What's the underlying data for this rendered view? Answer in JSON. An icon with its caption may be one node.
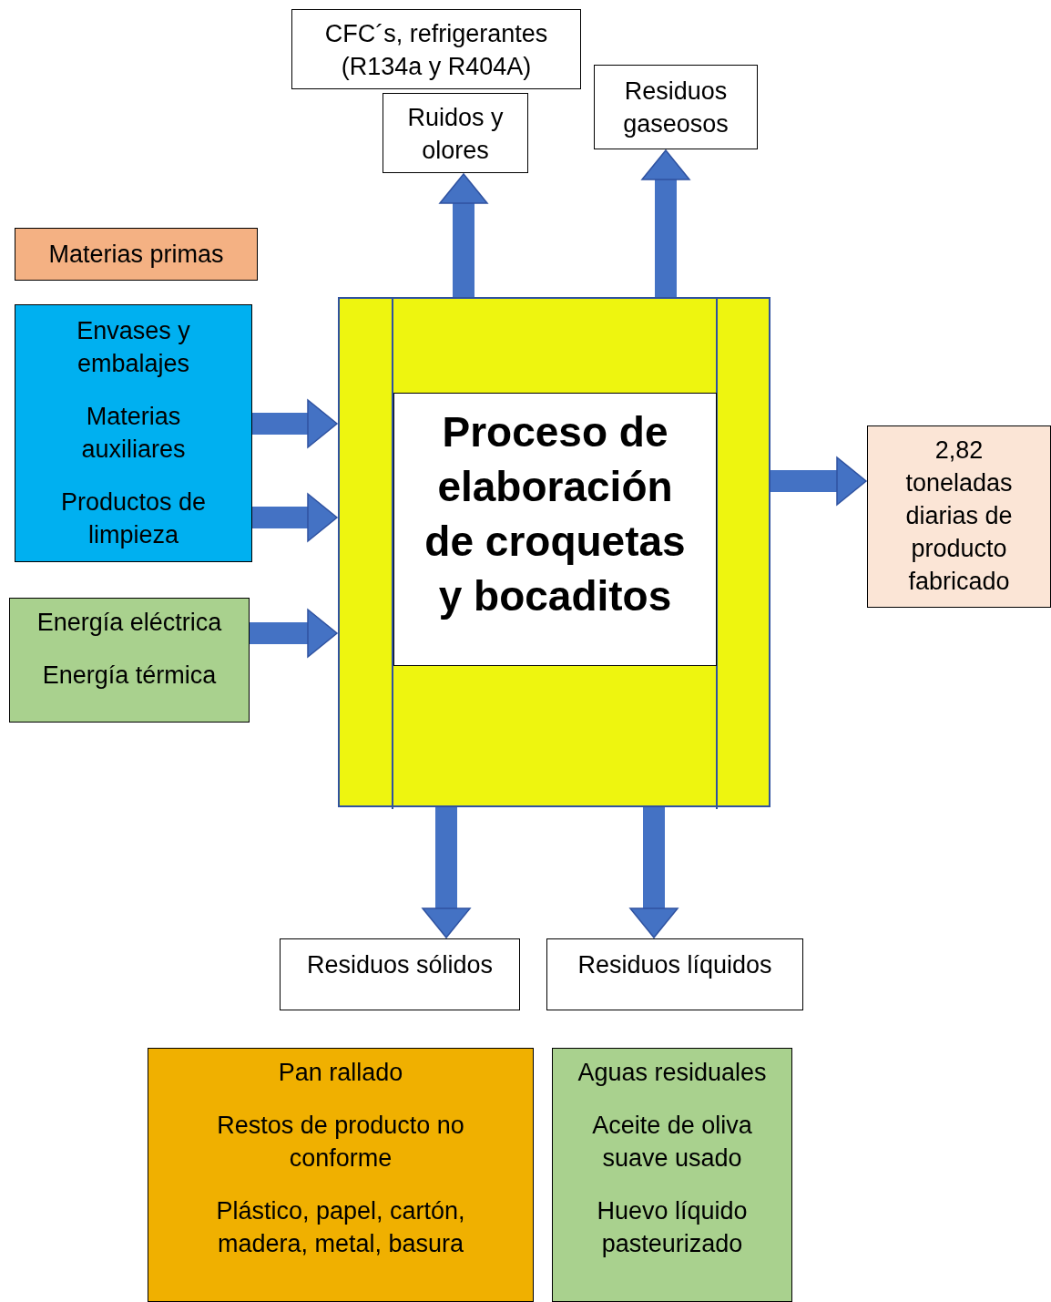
{
  "diagram": {
    "nodes": [
      {
        "text": [
          "CFC´s, refrigerantes (R134a y R404A)"
        ]
      },
      {
        "text": [
          "Ruidos y olores"
        ]
      },
      {
        "text": [
          "Residuos gaseosos"
        ]
      },
      {
        "text": [
          "Materias primas"
        ]
      },
      {
        "text": [
          "Envases y embalajes",
          "Materias auxiliares",
          "Productos de limpieza"
        ]
      },
      {
        "text": [
          "Energía eléctrica",
          "Energía térmica"
        ]
      },
      {
        "text": [],
        "shape": "box"
      },
      {
        "text": [
          "Proceso de elaboración de croquetas y bocaditos"
        ],
        "in": 6
      },
      {
        "text": [
          "2,82 toneladas diarias de producto fabricado"
        ]
      },
      {
        "text": [
          "Residuos sólidos"
        ]
      },
      {
        "text": [
          "Residuos líquidos"
        ]
      },
      {
        "text": [
          "Pan rallado",
          "Restos de producto no conforme",
          "Plástico, papel, cartón, madera, metal, basura"
        ]
      },
      {
        "text": [
          "Aguas residuales",
          "Aceite de oliva suave usado",
          "Huevo líquido pasteurizado"
        ]
      }
    ],
    "edges": [
      {
        "from": 6,
        "to": 1,
        "arrow": "to"
      },
      {
        "from": 6,
        "to": 2,
        "arrow": "to"
      },
      {
        "from": 4,
        "to": 6,
        "arrow": "to"
      },
      {
        "from": 4,
        "to": 6,
        "arrow": "to"
      },
      {
        "from": 5,
        "to": 6,
        "arrow": "to"
      },
      {
        "from": 6,
        "to": 8,
        "arrow": "to"
      },
      {
        "from": 6,
        "to": 9,
        "arrow": "to"
      },
      {
        "from": 6,
        "to": 10,
        "arrow": "to"
      }
    ]
  }
}
